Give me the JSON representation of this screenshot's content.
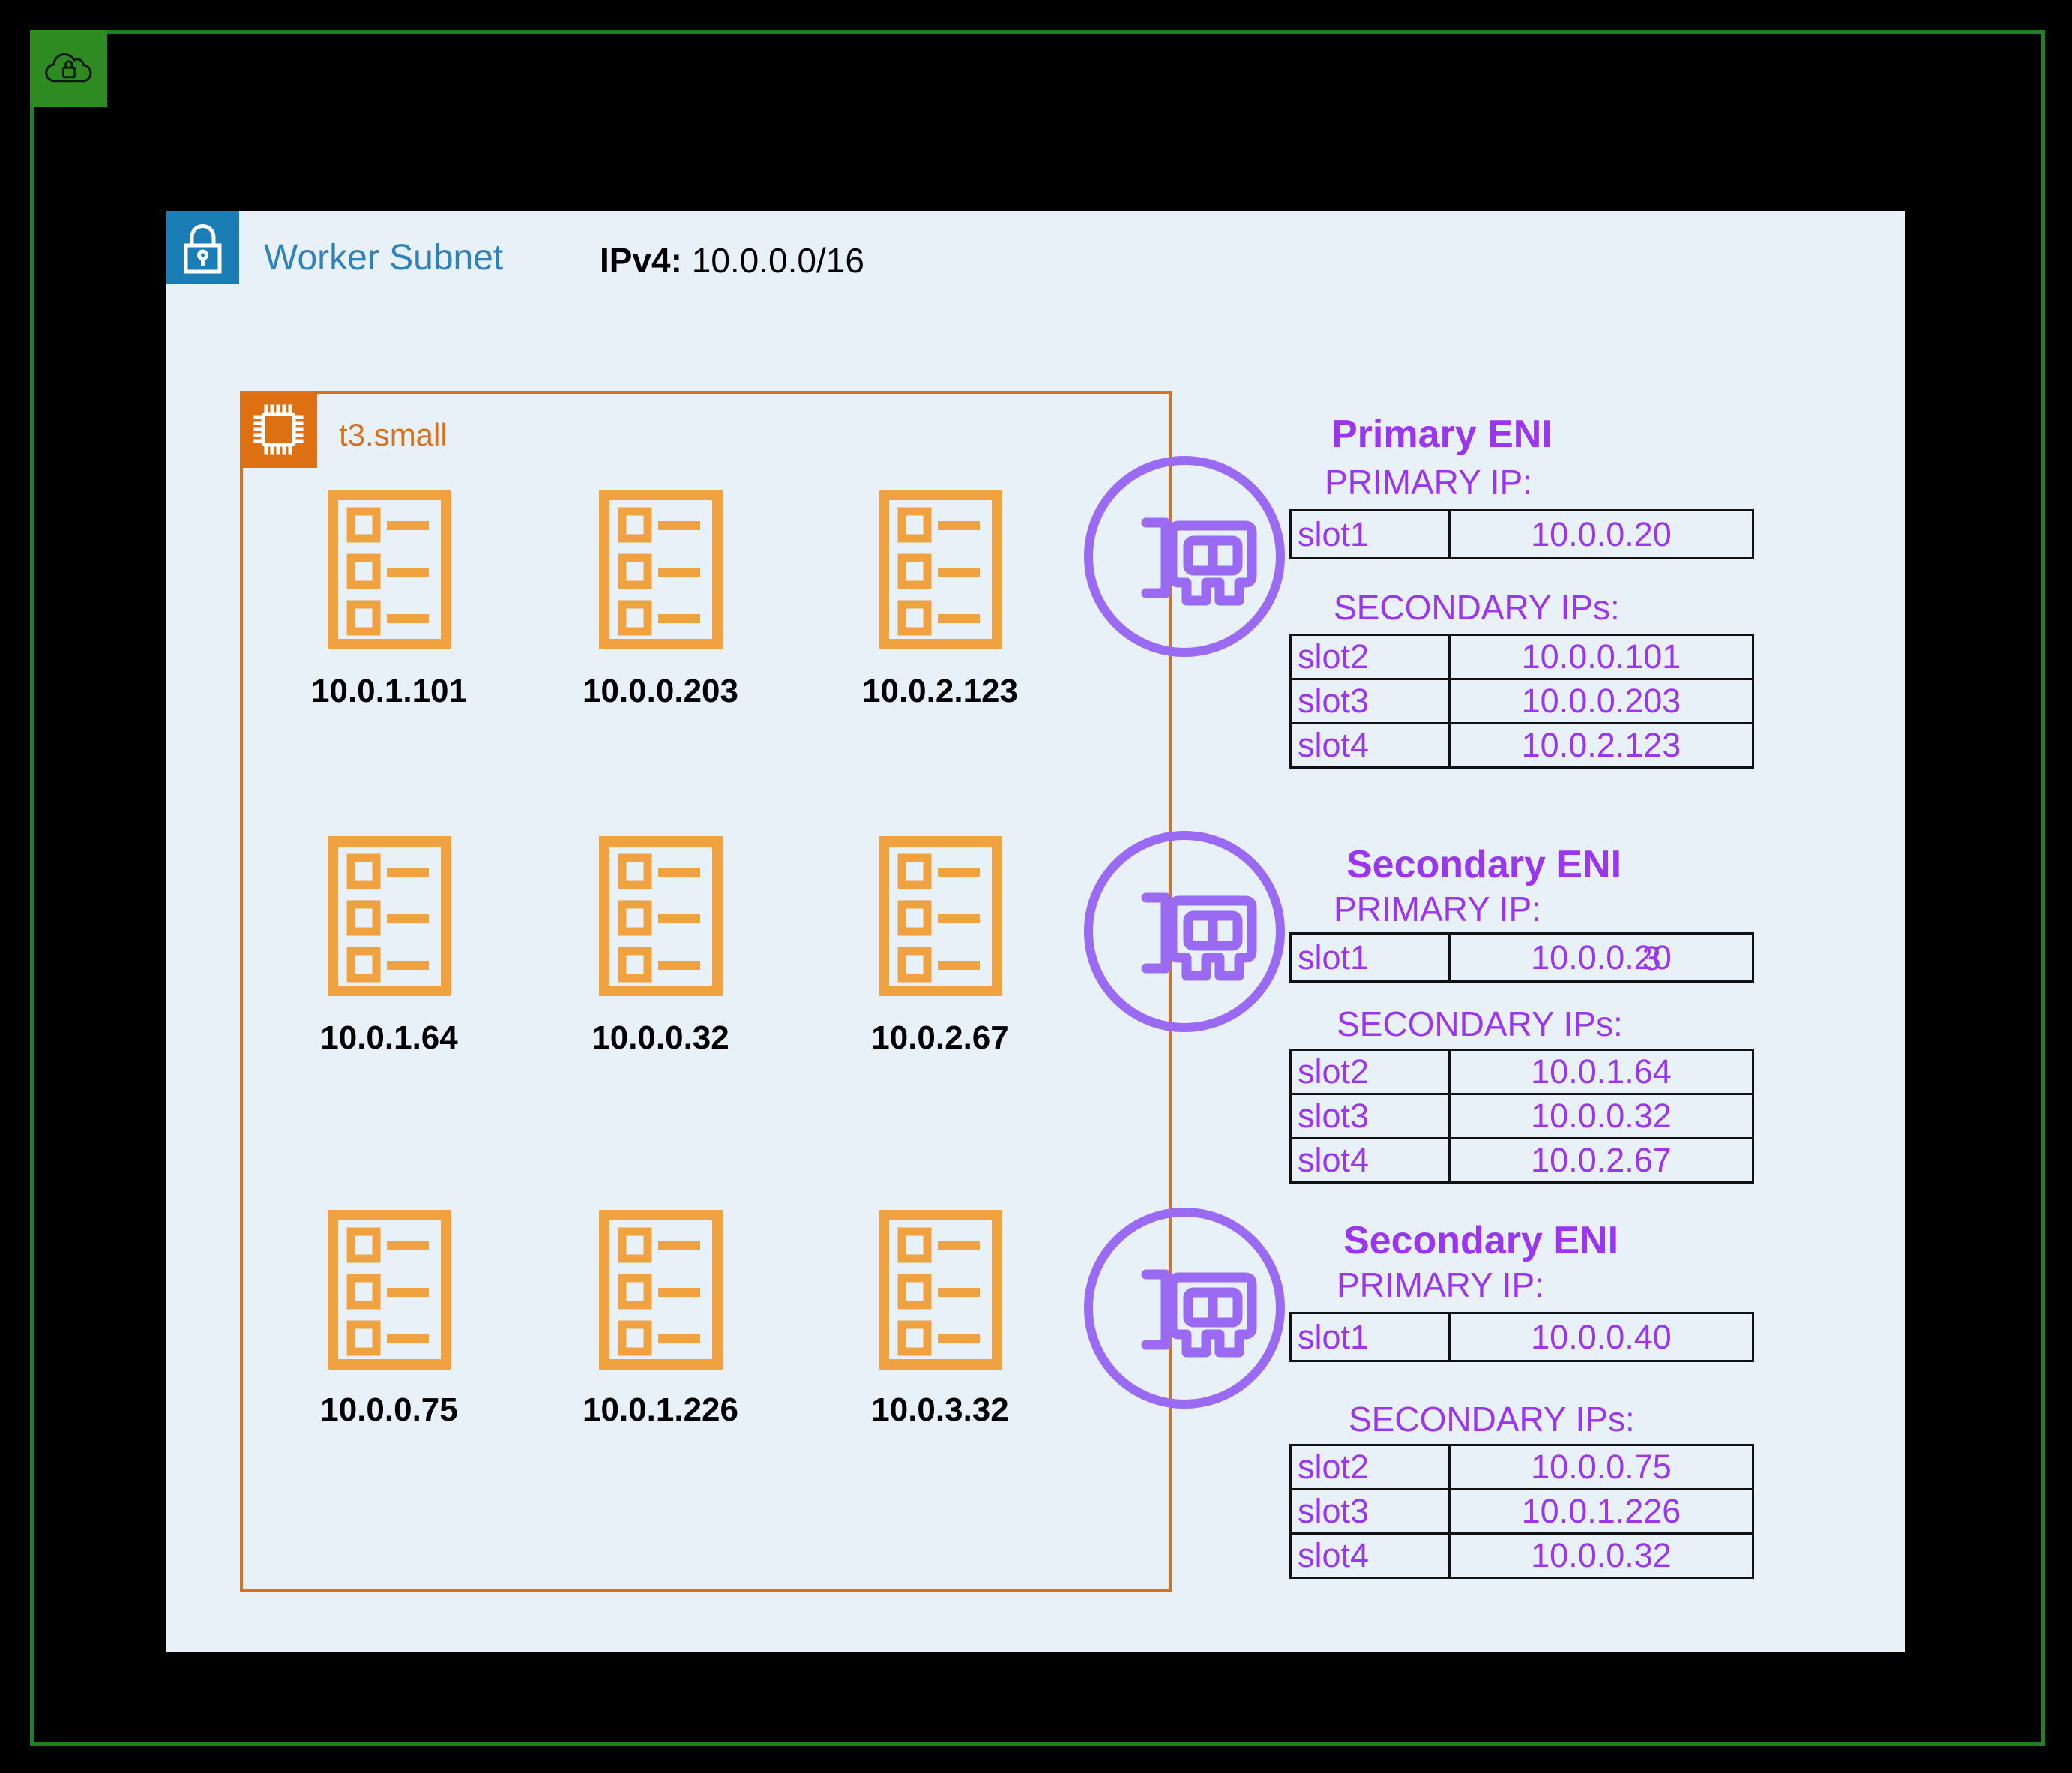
{
  "colors": {
    "bg": "#000000",
    "green-border": "#218021",
    "green-badge": "#2e8b22",
    "panel-bg": "#e8f1f8",
    "subnet-blue": "#1a7db5",
    "subnet-text": "#2e81ba",
    "orange": "#d9701a",
    "orange-badge": "#dd7013",
    "pod-orange": "#f0a240",
    "purple-text": "#9a35f0",
    "purple-icon": "#9b6af3"
  },
  "subnet": {
    "title": "Worker Subnet",
    "cidr_label": "IPv4:",
    "cidr_value": " 10.0.0.0/16"
  },
  "instance": {
    "type_label": "t3.small",
    "pods": [
      "10.0.1.101",
      "10.0.0.203",
      "10.0.2.123",
      "10.0.1.64",
      "10.0.0.32",
      "10.0.2.67",
      "10.0.0.75",
      "10.0.1.226",
      "10.0.3.32"
    ]
  },
  "eni_sections": [
    {
      "title": "Primary ENI",
      "primary_label": "PRIMARY IP:",
      "primary_rows": [
        {
          "slot": "slot1",
          "value": "10.0.0.20"
        }
      ],
      "secondary_label": "SECONDARY IPs:",
      "secondary_rows": [
        {
          "slot": "slot2",
          "value": "10.0.0.101"
        },
        {
          "slot": "slot3",
          "value": "10.0.0.203"
        },
        {
          "slot": "slot4",
          "value": "10.0.2.123"
        }
      ]
    },
    {
      "title": "Secondary ENI",
      "primary_label": "PRIMARY IP:",
      "primary_rows": [
        {
          "slot": "slot1",
          "value_prefix": "10.0.0.",
          "value_digit": "2",
          "value_digit_overlay": "3",
          "value_last": "0"
        }
      ],
      "secondary_label": "SECONDARY IPs:",
      "secondary_rows": [
        {
          "slot": "slot2",
          "value": "10.0.1.64"
        },
        {
          "slot": "slot3",
          "value": "10.0.0.32"
        },
        {
          "slot": "slot4",
          "value": "10.0.2.67"
        }
      ]
    },
    {
      "title": "Secondary ENI",
      "primary_label": "PRIMARY IP:",
      "primary_rows": [
        {
          "slot": "slot1",
          "value": "10.0.0.40"
        }
      ],
      "secondary_label": "SECONDARY IPs:",
      "secondary_rows": [
        {
          "slot": "slot2",
          "value": "10.0.0.75"
        },
        {
          "slot": "slot3",
          "value": "10.0.1.226"
        },
        {
          "slot": "slot4",
          "value": "10.0.0.32"
        }
      ]
    }
  ]
}
